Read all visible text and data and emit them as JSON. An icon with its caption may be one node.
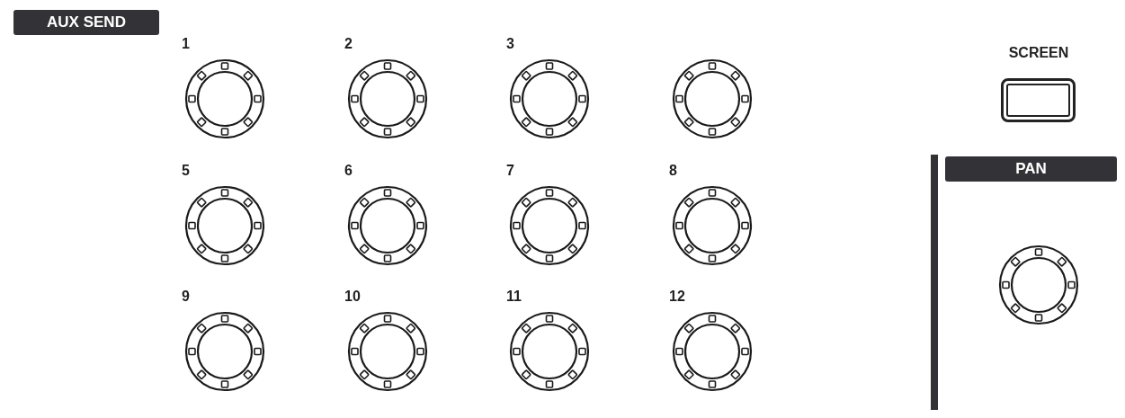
{
  "diagram": {
    "nodes": [
      {
        "text": [
          "AUX SEND"
        ]
      },
      {
        "text": [
          "1"
        ]
      },
      {
        "text": [
          "2"
        ]
      },
      {
        "text": [
          "3"
        ]
      },
      {
        "text": [],
        "shape": "circle"
      },
      {
        "text": [
          "SCREEN"
        ]
      },
      {
        "text": [
          "PAN"
        ]
      },
      {
        "text": [
          "5"
        ]
      },
      {
        "text": [
          "6"
        ]
      },
      {
        "text": [
          "7"
        ]
      },
      {
        "text": [
          "8"
        ]
      },
      {
        "text": [],
        "shape": "circle"
      },
      {
        "text": [
          "9"
        ]
      },
      {
        "text": [
          "10"
        ]
      },
      {
        "text": [
          "11"
        ]
      },
      {
        "text": [
          "12"
        ]
      }
    ]
  }
}
